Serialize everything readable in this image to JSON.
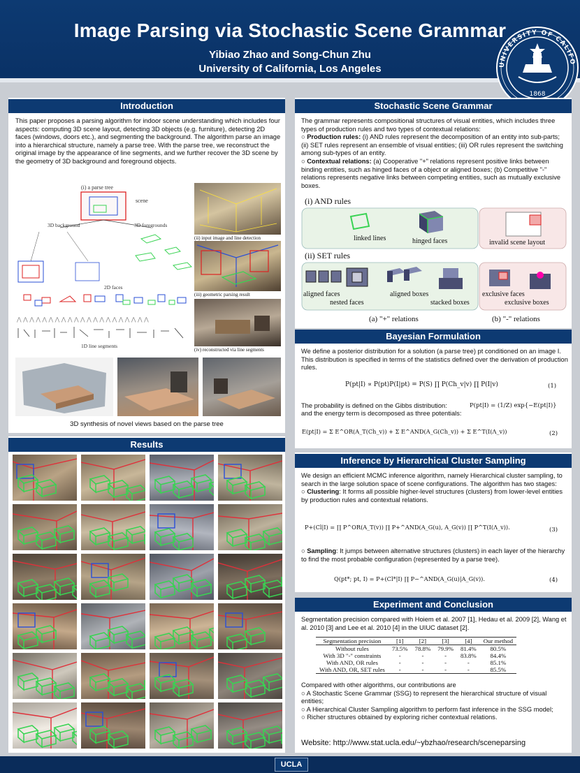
{
  "header": {
    "title": "Image Parsing via Stochastic Scene Grammar",
    "authors": "Yibiao Zhao and Song-Chun Zhu",
    "affiliation": "University of California, Los Angeles",
    "seal_text": "UNIVERSITY OF CALIFORNIA",
    "seal_year": "1868"
  },
  "intro": {
    "heading": "Introduction",
    "body": "This paper proposes a parsing algorithm for indoor scene understanding which includes four aspects: computing 3D scene layout, detecting 3D objects (e.g. furniture), detecting 2D faces (windows, doors etc.), and segmenting the background. The algorithm parse an image into a hierarchical structure, namely a parse tree. With the parse tree, we reconstruct the original image by the appearance of line segments, and we further recover the 3D scene by the geometry of 3D background and foreground objects.",
    "fig_labels": {
      "parse_tree": "(i) a parse tree",
      "scene": "scene",
      "bg": "3D background",
      "fg": "3D foregrounds",
      "faces": "2D faces",
      "lines": "1D line segments",
      "input": "(ii) input image and line detection",
      "geom": "(iii) geometric parsing result",
      "recon": "(iv) reconstructed via line segments"
    },
    "caption": "3D synthesis of novel views based on the parse tree"
  },
  "results": {
    "heading": "Results"
  },
  "ssg": {
    "heading": "Stochastic Scene Grammar",
    "p1": "The grammar represents compositional structures of visual entities, which includes three types of production rules and two types of contextual relations:",
    "p2_label": "Production rules:",
    "p2": " (i) AND rules represent the decomposition of an entity into sub-parts; (ii) SET rules represent an ensemble of visual entities; (iii) OR rules represent the switching among sub-types of an entity.",
    "p3_label": "Contextual relations:",
    "p3": " (a) Cooperative \"+\" relations represent positive links between binding entities, such as hinged faces of a object or aligned boxes; (b) Competitive \"-\" relations represents negative links between competing entities, such as mutually exclusive boxes.",
    "fig": {
      "and_rules": "(i) AND rules",
      "set_rules": "(ii) SET rules",
      "linked": "linked lines",
      "hinged": "hinged faces",
      "invalid": "invalid scene layout",
      "aligned_faces": "aligned faces",
      "nested": "nested faces",
      "aligned_boxes": "aligned boxes",
      "stacked": "stacked boxes",
      "excl_faces": "exclusive faces",
      "excl_boxes": "exclusive boxes",
      "plus_rel": "(a) \"+\" relations",
      "minus_rel": "(b) \"-\" relations"
    }
  },
  "bayes": {
    "heading": "Bayesian Formulation",
    "p1": "We define a posterior distribution for a solution (a parse tree) pt conditioned on an image I. This distribution is specified in terms of the statistics defined over the derivation of production rules.",
    "eq1": "P(pt|I) ∝ P(pt)P(I|pt) = P(S) ∏ P(Ch_v|v) ∏ P(I|v)",
    "eq1_num": "(1)",
    "p2": "The probability is defined on the Gibbs distribution:",
    "gibbs": "P(pt|I) = (1/Z) exp{−E(pt|I)}",
    "p3": "and the energy term is decomposed as three potentials:",
    "eq2": "E(pt|I) = Σ E^OR(A_T(Ch_v)) + Σ E^AND(A_G(Ch_v)) + Σ E^T(I(Λ_v))",
    "eq2_num": "(2)"
  },
  "infer": {
    "heading": "Inference by Hierarchical Cluster Sampling",
    "p1": "We design an efficient MCMC inference algorithm, namely Hierarchical cluster sampling, to search in the large solution space of scene configurations. The algorithm has two stages:",
    "p2_label": "Clustering",
    "p2": ": It forms all possible higher-level structures (clusters) from lower-level entities by production rules and contextual relations.",
    "eq3": "P+(Cl|I) = ∏ P^OR(A_T(v)) ∏ P+^AND(A_G(u), A_G(v)) ∏ P^T(I(Λ_v)).",
    "eq3_num": "(3)",
    "p3_label": "Sampling",
    "p3": ": It jumps between alternative structures (clusters) in each layer of the hierarchy to find the most probable configuration (represented by a parse tree).",
    "eq4": "Q(pt*; pt, I) = P+(Cl*|I) ∏ P−^AND(A_G(u)|A_G(v)).",
    "eq4_num": "(4)"
  },
  "exp": {
    "heading": "Experiment and Conclusion",
    "p1": "Segmentation precision compared with Hoiem et al. 2007 [1], Hedau et al. 2009 [2], Wang et al. 2010 [3] and  Lee et al. 2010 [4] in the UIUC dataset [2].",
    "table": {
      "header": [
        "Segmentation precision",
        "[1]",
        "[2]",
        "[3]",
        "[4]",
        "Our method"
      ],
      "rows": [
        [
          "Without rules",
          "73.5%",
          "78.8%",
          "79.9%",
          "81.4%",
          "80.5%"
        ],
        [
          "With 3D \"-\" constraints",
          "-",
          "-",
          "-",
          "83.8%",
          "84.4%"
        ],
        [
          "With AND, OR rules",
          "-",
          "-",
          "-",
          "-",
          "85.1%"
        ],
        [
          "With AND, OR, SET rules",
          "-",
          "-",
          "-",
          "-",
          "85.5%"
        ]
      ]
    },
    "c0": "Compared with other algorithms, our contributions are",
    "c1": "○ A Stochastic Scene Grammar (SSG) to represent the hierarchical structure of visual entities;",
    "c2": "○ A Hierarchical Cluster Sampling algorithm to perform fast inference in the SSG model;",
    "c3": "○ Richer structures obtained by exploring richer contextual relations.",
    "website": "Website: http://www.stat.ucla.edu/~ybzhao/research/sceneparsing"
  },
  "footer": {
    "logo": "UCLA"
  },
  "colors": {
    "navy": "#0d3a72",
    "box_green": "#39d353",
    "box_blue": "#2a4fd6",
    "box_red": "#e0303a"
  }
}
